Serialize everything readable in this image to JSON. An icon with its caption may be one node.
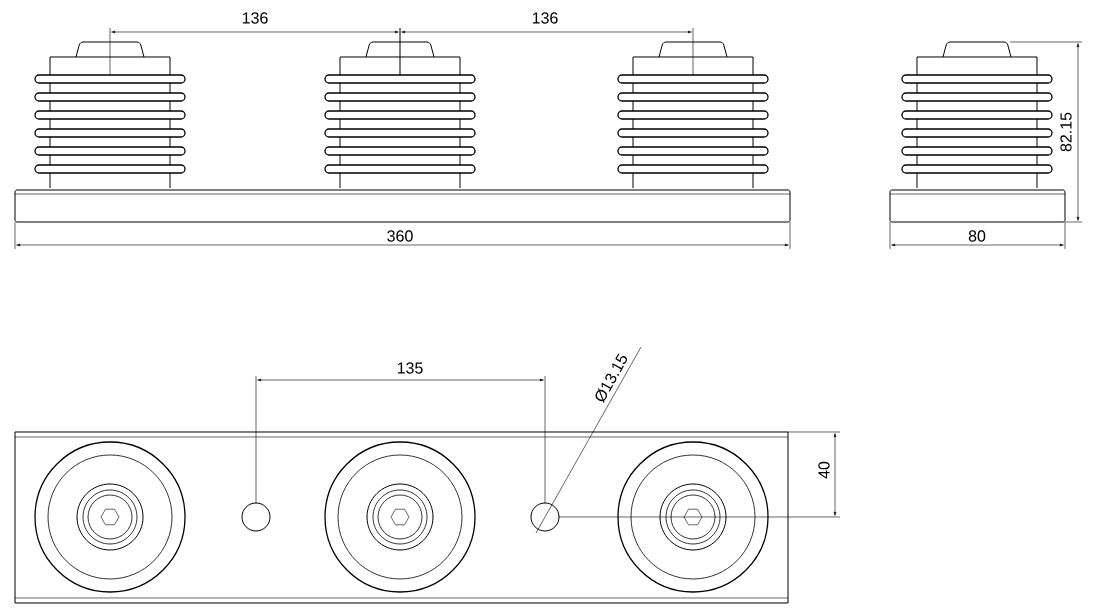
{
  "diagram": {
    "labels": [
      "136",
      "136",
      "360",
      "80",
      "82.15",
      "135",
      "Ø13.15",
      "40"
    ]
  }
}
